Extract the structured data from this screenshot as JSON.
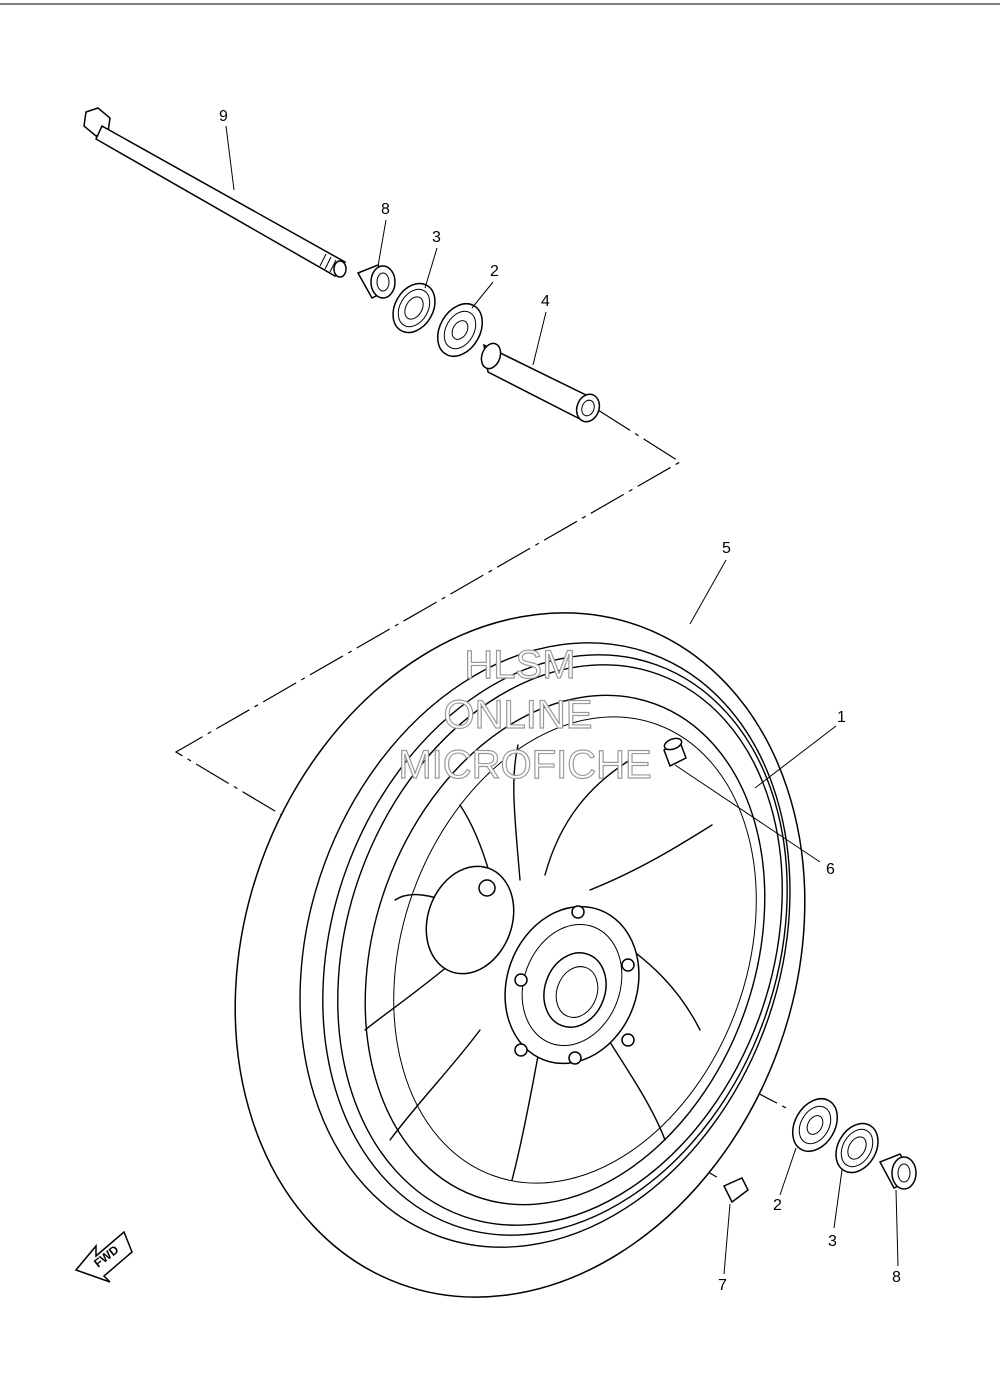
{
  "callouts": {
    "c9": "9",
    "c8_top": "8",
    "c3_top": "3",
    "c2_top": "2",
    "c4": "4",
    "c5": "5",
    "c1": "1",
    "c6": "6",
    "c2_bottom": "2",
    "c3_bottom": "3",
    "c8_bottom": "8",
    "c7": "7"
  },
  "watermark": {
    "line1": "HLSM",
    "line2": "ONLINE",
    "line3": "MICROFICHE"
  },
  "direction_badge": {
    "label": "FWD"
  }
}
